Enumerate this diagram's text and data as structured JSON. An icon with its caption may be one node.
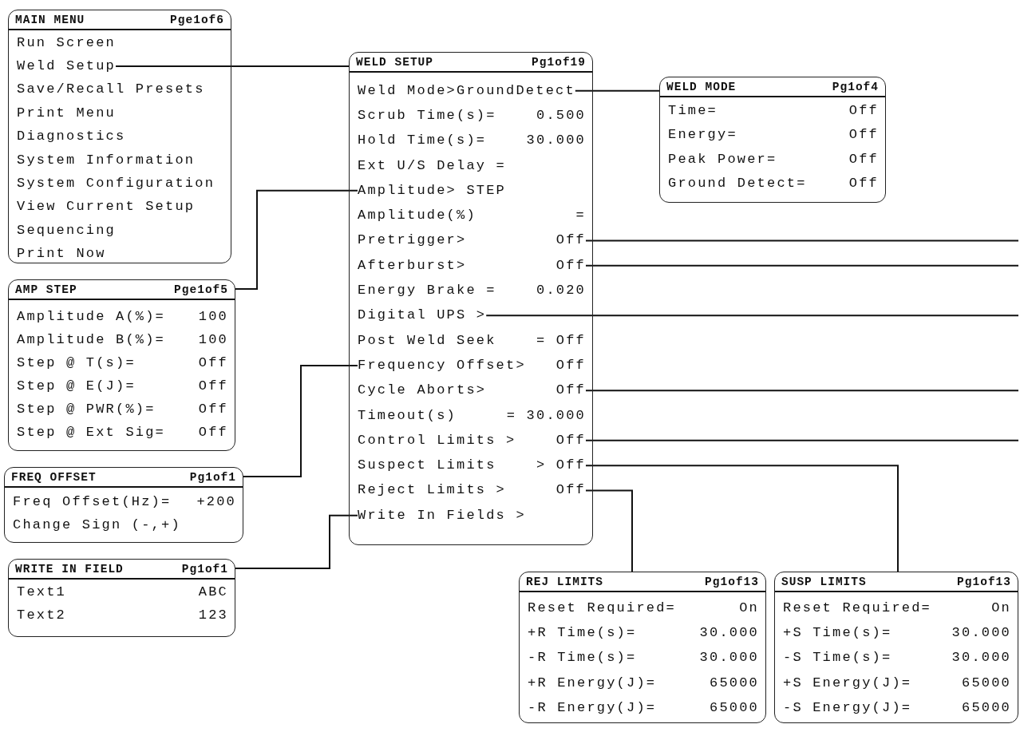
{
  "diagram": {
    "nodes": [
      {
        "text": [
          "MAIN MENU",
          "Pge1of6"
        ]
      },
      {
        "text": [
          "Run Screen"
        ],
        "in": 0
      },
      {
        "text": [
          "Weld Setup"
        ],
        "in": 0
      },
      {
        "text": [
          "Save/Recall Presets"
        ],
        "in": 0
      },
      {
        "text": [
          "Print Menu"
        ],
        "in": 0
      },
      {
        "text": [
          "Diagnostics"
        ],
        "in": 0
      },
      {
        "text": [
          "System Information"
        ],
        "in": 0
      },
      {
        "text": [
          "System Configuration"
        ],
        "in": 0
      },
      {
        "text": [
          "View Current Setup"
        ],
        "in": 0
      },
      {
        "text": [
          "Sequencing"
        ],
        "in": 0
      },
      {
        "text": [
          "Print Now"
        ],
        "in": 0
      },
      {
        "text": [
          "WELD SETUP",
          "Pg1of19"
        ]
      },
      {
        "text": [
          "Weld Mode>GroundDetect"
        ],
        "in": 11
      },
      {
        "text": [
          "Scrub Time(s)=",
          "0.500"
        ],
        "in": 11
      },
      {
        "text": [
          "Hold Time(s)=",
          "30.000"
        ],
        "in": 11
      },
      {
        "text": [
          "Ext U/S Delay ="
        ],
        "in": 11
      },
      {
        "text": [
          "Amplitude> STEP"
        ],
        "in": 11
      },
      {
        "text": [
          "Amplitude(%)",
          "="
        ],
        "in": 11
      },
      {
        "text": [
          "Pretrigger>",
          "Off"
        ],
        "in": 11
      },
      {
        "text": [
          "Afterburst>",
          "Off"
        ],
        "in": 11
      },
      {
        "text": [
          "Energy Brake =",
          "0.020"
        ],
        "in": 11
      },
      {
        "text": [
          "Digital UPS >"
        ],
        "in": 11
      },
      {
        "text": [
          "Post Weld Seek",
          "= Off"
        ],
        "in": 11
      },
      {
        "text": [
          "Frequency Offset>",
          "Off"
        ],
        "in": 11
      },
      {
        "text": [
          "Cycle Aborts>",
          "Off"
        ],
        "in": 11
      },
      {
        "text": [
          "Timeout(s)",
          "= 30.000"
        ],
        "in": 11
      },
      {
        "text": [
          "Control Limits >",
          "Off"
        ],
        "in": 11
      },
      {
        "text": [
          "Suspect Limits",
          "> Off"
        ],
        "in": 11
      },
      {
        "text": [
          "Reject Limits >",
          "Off"
        ],
        "in": 11
      },
      {
        "text": [
          "Write In Fields >"
        ],
        "in": 11
      },
      {
        "text": [
          "WELD MODE",
          "Pg1of4"
        ]
      },
      {
        "text": [
          "Time=",
          "Off"
        ],
        "in": 30
      },
      {
        "text": [
          "Energy=",
          "Off"
        ],
        "in": 30
      },
      {
        "text": [
          "Peak Power=",
          "Off"
        ],
        "in": 30
      },
      {
        "text": [
          "Ground Detect=",
          "Off"
        ],
        "in": 30
      },
      {
        "text": [
          "AMP STEP",
          "Pge1of5"
        ]
      },
      {
        "text": [
          "Amplitude A(%)=",
          "100"
        ],
        "in": 35
      },
      {
        "text": [
          "Amplitude B(%)=",
          "100"
        ],
        "in": 35
      },
      {
        "text": [
          "Step @ T(s)=",
          "Off"
        ],
        "in": 35
      },
      {
        "text": [
          "Step @ E(J)=",
          "Off"
        ],
        "in": 35
      },
      {
        "text": [
          "Step @ PWR(%)=",
          "Off"
        ],
        "in": 35
      },
      {
        "text": [
          "Step @ Ext Sig=",
          "Off"
        ],
        "in": 35
      },
      {
        "text": [
          "FREQ OFFSET",
          "Pg1of1"
        ]
      },
      {
        "text": [
          "Freq Offset(Hz)=",
          "+200"
        ],
        "in": 42
      },
      {
        "text": [
          "Change Sign (-,+)"
        ],
        "in": 42
      },
      {
        "text": [
          "WRITE IN FIELD",
          "Pg1of1"
        ]
      },
      {
        "text": [
          "Text1",
          "ABC"
        ],
        "in": 45
      },
      {
        "text": [
          "Text2",
          "123"
        ],
        "in": 45
      },
      {
        "text": [
          "REJ LIMITS",
          "Pg1of13"
        ]
      },
      {
        "text": [
          "Reset Required=",
          "On"
        ],
        "in": 48
      },
      {
        "text": [
          "+R Time(s)=",
          "30.000"
        ],
        "in": 48
      },
      {
        "text": [
          "-R Time(s)=",
          "30.000"
        ],
        "in": 48
      },
      {
        "text": [
          "+R Energy(J)=",
          "65000"
        ],
        "in": 48
      },
      {
        "text": [
          "-R Energy(J)=",
          "65000"
        ],
        "in": 48
      },
      {
        "text": [
          "SUSP LIMITS",
          "Pg1of13"
        ]
      },
      {
        "text": [
          "Reset Required=",
          "On"
        ],
        "in": 54
      },
      {
        "text": [
          "+S Time(s)=",
          "30.000"
        ],
        "in": 54
      },
      {
        "text": [
          "-S Time(s)=",
          "30.000"
        ],
        "in": 54
      },
      {
        "text": [
          "+S Energy(J)=",
          "65000"
        ],
        "in": 54
      },
      {
        "text": [
          "-S Energy(J)=",
          "65000"
        ],
        "in": 54
      }
    ],
    "edges": [
      {
        "from": 2,
        "to": 11,
        "arrow": "none"
      },
      {
        "from": 16,
        "to": 35,
        "arrow": "none"
      },
      {
        "from": 23,
        "to": 42,
        "arrow": "none"
      },
      {
        "from": 29,
        "to": 45,
        "arrow": "none"
      },
      {
        "from": 12,
        "to": 30,
        "arrow": "none"
      },
      {
        "from": 18,
        "to": null,
        "arrow": "none"
      },
      {
        "from": 19,
        "to": null,
        "arrow": "none"
      },
      {
        "from": 21,
        "to": null,
        "arrow": "none"
      },
      {
        "from": 24,
        "to": null,
        "arrow": "none"
      },
      {
        "from": 26,
        "to": null,
        "arrow": "none"
      },
      {
        "from": 27,
        "to": 54,
        "arrow": "none"
      },
      {
        "from": 28,
        "to": 48,
        "arrow": "none"
      }
    ]
  }
}
